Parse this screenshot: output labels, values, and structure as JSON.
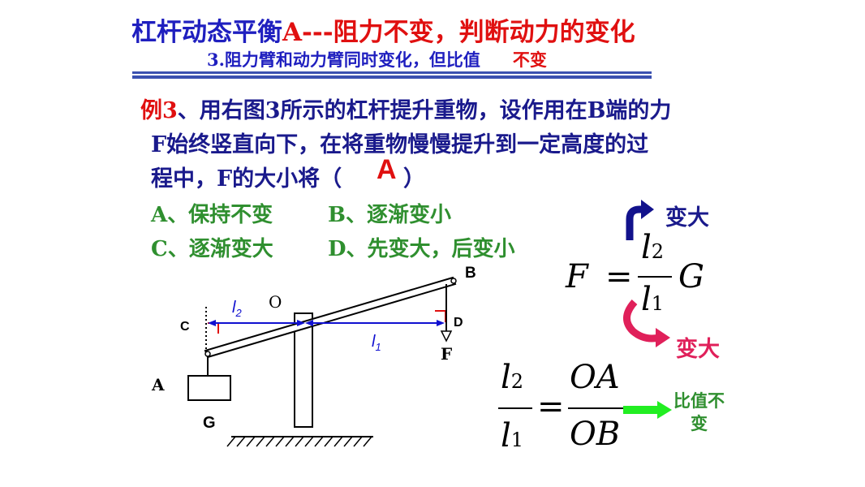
{
  "title": {
    "part1": "杠杆动态平衡",
    "part2": "A---阻力不变，判断动力的变化"
  },
  "subtitle": {
    "part1": "3.阻力臂和动力臂同时变化，但比值",
    "part2": "不变"
  },
  "question": {
    "example_label": "例3",
    "line1": "、用右图3所示的杠杆提升重物，设作用在B端的力",
    "line2": "F始终竖直向下，在将重物慢慢提升到一定高度的过",
    "line3_a": "程中，F的大小将（",
    "line3_b": "）",
    "answer": "A"
  },
  "options": {
    "a": "A、保持不变",
    "b": "B、逐渐变小",
    "c": "C、逐渐变大",
    "d": "D、先变大，后变小"
  },
  "diagram": {
    "label_B": "B",
    "label_O": "O",
    "label_C": "C",
    "label_D": "D",
    "label_F": "F",
    "label_A": "A",
    "label_G": "G",
    "label_l2": "l",
    "label_l2_sub": "2",
    "label_l1": "l",
    "label_l1_sub": "1"
  },
  "formula1": {
    "lhs": "F",
    "eq": "=",
    "num": "l",
    "num_sub": "2",
    "den": "l",
    "den_sub": "1",
    "rhs": "G"
  },
  "formula2": {
    "num1": "l",
    "num1_sub": "2",
    "den1": "l",
    "den1_sub": "1",
    "eq": "=",
    "num2": "OA",
    "den2": "OB"
  },
  "annotations": {
    "bigger_top": "变大",
    "bigger_bottom": "变大",
    "ratio_line1": "比值不",
    "ratio_line2": "变"
  },
  "colors": {
    "blue": "#1f1fbf",
    "red": "#e01010",
    "green": "#2f8f2f",
    "pink": "#e0205a",
    "arrow_green": "#22ee22"
  }
}
